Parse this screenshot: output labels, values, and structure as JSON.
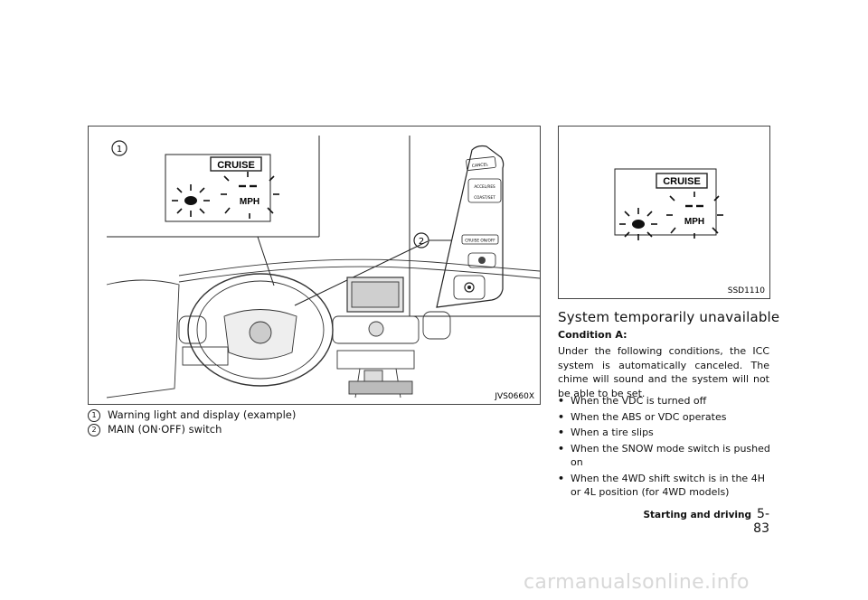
{
  "figure_main": {
    "code": "JVS0660X",
    "callout_1": "1",
    "callout_2": "2",
    "cruise_text": "CRUISE",
    "mph_text": "MPH",
    "switch_labels": [
      "CANCEL",
      "ACCEL/RES",
      "COAST/SET",
      "CRUISE ON/OFF"
    ]
  },
  "captions": [
    {
      "num": "1",
      "text": "Warning light and display (example)"
    },
    {
      "num": "2",
      "text": "MAIN (ON·OFF) switch"
    }
  ],
  "figure_side": {
    "code": "SSD1110",
    "cruise_text": "CRUISE",
    "mph_text": "MPH"
  },
  "section": {
    "title": "System temporarily unavailable",
    "condition": "Condition A:",
    "paragraph": "Under the following conditions, the ICC system is automatically canceled. The chime will sound and the system will not be able to be set.",
    "bullets": [
      "When the VDC is turned off",
      "When the ABS or VDC operates",
      "When a tire slips",
      "When the SNOW mode switch is pushed on",
      "When the 4WD shift switch is in the 4H or 4L position (for 4WD models)"
    ]
  },
  "footer": {
    "section_name": "Starting and driving",
    "page_number": "5-83"
  },
  "watermark": "carmanualsonline.info"
}
